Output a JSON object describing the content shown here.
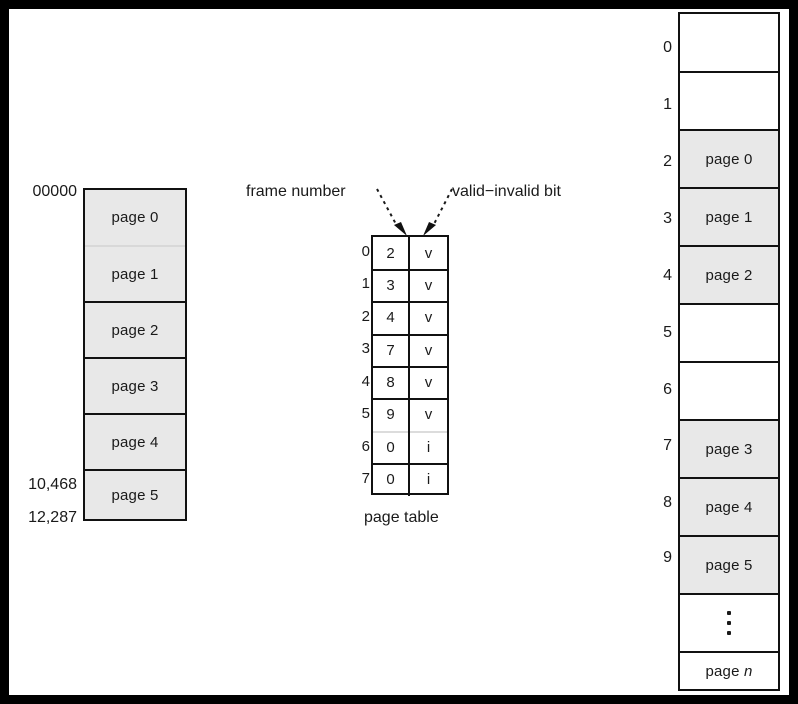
{
  "figure": {
    "title": "paging-with-valid-invalid-bit-diagram",
    "border_color": "#000000",
    "canvas_color": "#ffffff",
    "fill_color": "#e8e8e8",
    "line_color": "#111111"
  },
  "logical_memory": {
    "top_address": "00000",
    "mid_address": "10,468",
    "bottom_address": "12,287",
    "pages": [
      {
        "label": "page 0"
      },
      {
        "label": "page 1"
      },
      {
        "label": "page 2"
      },
      {
        "label": "page 3"
      },
      {
        "label": "page 4"
      },
      {
        "label": "page 5"
      }
    ]
  },
  "page_table": {
    "caption": "page table",
    "annotations": {
      "frame_number": "frame number",
      "valid_invalid_bit": "valid−invalid bit"
    },
    "column_headers": [
      "frame number",
      "valid-invalid bit"
    ],
    "rows": [
      {
        "index": "0",
        "frame": "2",
        "bit": "v"
      },
      {
        "index": "1",
        "frame": "3",
        "bit": "v"
      },
      {
        "index": "2",
        "frame": "4",
        "bit": "v"
      },
      {
        "index": "3",
        "frame": "7",
        "bit": "v"
      },
      {
        "index": "4",
        "frame": "8",
        "bit": "v"
      },
      {
        "index": "5",
        "frame": "9",
        "bit": "v"
      },
      {
        "index": "6",
        "frame": "0",
        "bit": "i"
      },
      {
        "index": "7",
        "frame": "0",
        "bit": "i"
      }
    ]
  },
  "physical_memory": {
    "frames": [
      {
        "number": "0",
        "label": "",
        "filled": false
      },
      {
        "number": "1",
        "label": "",
        "filled": false
      },
      {
        "number": "2",
        "label": "page 0",
        "filled": true
      },
      {
        "number": "3",
        "label": "page 1",
        "filled": true
      },
      {
        "number": "4",
        "label": "page 2",
        "filled": true
      },
      {
        "number": "5",
        "label": "",
        "filled": false
      },
      {
        "number": "6",
        "label": "",
        "filled": false
      },
      {
        "number": "7",
        "label": "page 3",
        "filled": true
      },
      {
        "number": "8",
        "label": "page 4",
        "filled": true
      },
      {
        "number": "9",
        "label": "page 5",
        "filled": true
      },
      {
        "number": "",
        "label": "⋮",
        "filled": false,
        "is_ellipsis": true
      },
      {
        "number": "",
        "label": "page n",
        "filled": false,
        "italic_suffix": true
      }
    ]
  }
}
